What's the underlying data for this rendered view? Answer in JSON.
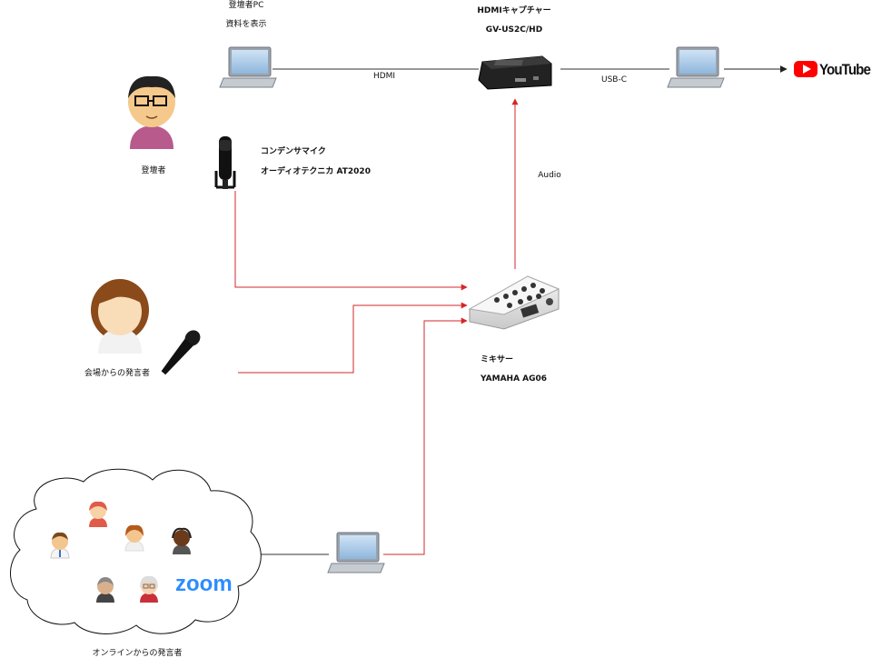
{
  "presenter": {
    "label": "登壇者"
  },
  "presenter_pc": {
    "line1": "登壇者PC",
    "line2": "資料を表示"
  },
  "capture": {
    "title": "HDMIキャプチャー",
    "model": "GV-US2C/HD"
  },
  "condenser_mic": {
    "title": "コンデンサマイク",
    "model": "オーディオテクニカ AT2020"
  },
  "mixer": {
    "title": "ミキサー",
    "model": "YAMAHA AG06"
  },
  "venue_speaker": {
    "label": "会場からの発言者"
  },
  "online": {
    "label": "オンラインからの発言者",
    "zoom": "zoom"
  },
  "youtube": {
    "label": "YouTube"
  },
  "connections": {
    "hdmi": "HDMI",
    "usbc": "USB-C",
    "audio": "Audio"
  },
  "colors": {
    "signal": "#d62728",
    "cable": "#333333",
    "youtube": "#ff0000",
    "zoom": "#2d8cff"
  }
}
